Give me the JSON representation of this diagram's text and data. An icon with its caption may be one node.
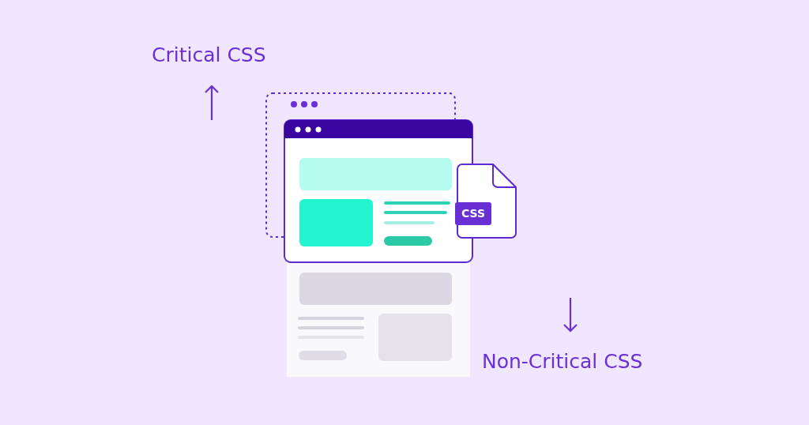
{
  "diagram": {
    "nodes": [
      {
        "text": [
          "CSS"
        ]
      }
    ],
    "labels": [
      "Critical CSS",
      "Non-Critical CSS"
    ]
  }
}
